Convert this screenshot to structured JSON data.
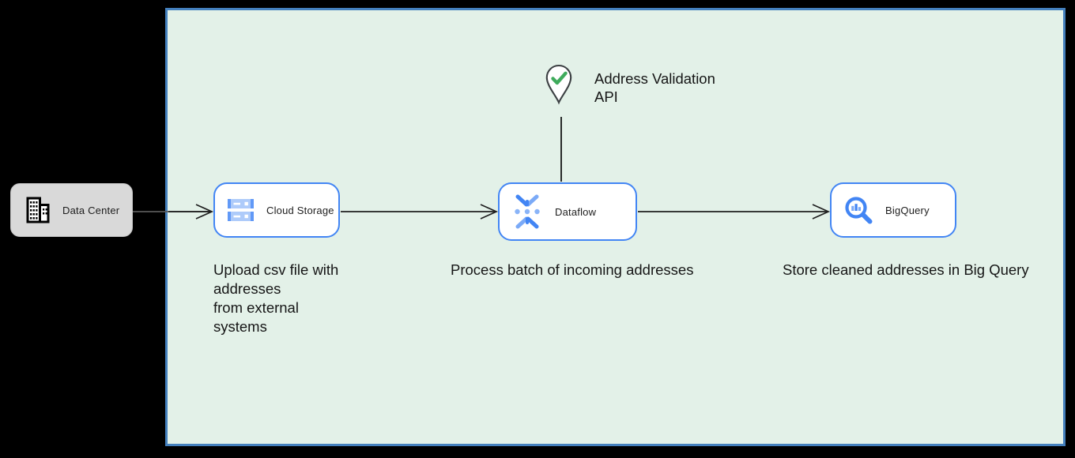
{
  "diagram": {
    "type": "architecture-flow",
    "zone": {
      "name": "google-cloud-zone",
      "fill": "#e3f1e8",
      "border": "#4480bd"
    },
    "nodes": {
      "data_center": {
        "label": "Data Center",
        "icon": "building-icon",
        "fill": "#d9d9d9"
      },
      "cloud_storage": {
        "label": "Cloud Storage",
        "icon": "storage-bars-icon",
        "border": "#4285f4"
      },
      "dataflow": {
        "label": "Dataflow",
        "icon": "dataflow-helix-icon",
        "border": "#4285f4"
      },
      "bigquery": {
        "label": "BigQuery",
        "icon": "magnifier-chart-icon",
        "border": "#4285f4"
      }
    },
    "annotations": {
      "address_validation": "Address Validation\nAPI",
      "address_validation_icon": "map-pin-check-icon",
      "upload": "Upload csv file with\naddresses\nfrom external\nsystems",
      "process": "Process batch of incoming addresses",
      "store": "Store cleaned addresses in Big Query"
    },
    "connectors": [
      {
        "from": "data_center",
        "to": "cloud_storage",
        "style": "open-arrow"
      },
      {
        "from": "cloud_storage",
        "to": "dataflow",
        "style": "open-arrow"
      },
      {
        "from": "dataflow",
        "to": "bigquery",
        "style": "open-arrow"
      },
      {
        "from": "address_validation",
        "to": "dataflow",
        "style": "plain-line"
      }
    ],
    "colors": {
      "background": "#000000",
      "zone_fill": "#e3f1e8",
      "zone_border": "#4480bd",
      "node_border": "#4285f4",
      "node_fill": "#ffffff",
      "datacenter_fill": "#d9d9d9",
      "icon_blue": "#4285f4",
      "icon_blue_light": "#aecbfa",
      "check_green": "#3fab5c",
      "arrow": "#1f1f1f",
      "text": "#161616"
    }
  }
}
